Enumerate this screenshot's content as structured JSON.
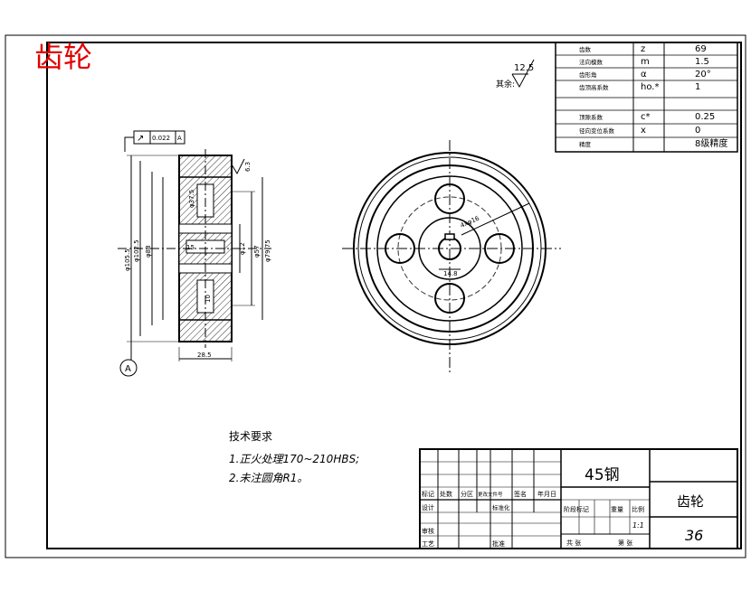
{
  "overlay_title": "齿轮",
  "colors": {
    "overlay": "#e00000",
    "line": "#000000",
    "dash": "#333333"
  },
  "param_table": {
    "rows": [
      {
        "label": "齿数",
        "symbol": "z",
        "value": "69"
      },
      {
        "label": "法向模数",
        "symbol": "m",
        "value": "1.5"
      },
      {
        "label": "齿形角",
        "symbol": "α",
        "value": "20°"
      },
      {
        "label": "齿顶高系数",
        "symbol": "ho.*",
        "value": "1"
      },
      {
        "label": "",
        "symbol": "",
        "value": ""
      },
      {
        "label": "顶隙系数",
        "symbol": "c*",
        "value": "0.25"
      },
      {
        "label": "径向变位系数",
        "symbol": "x",
        "value": "0"
      },
      {
        "label": "精度",
        "symbol": "",
        "value": "8级精度"
      }
    ]
  },
  "roughness": {
    "value": "12.5",
    "label": "其余:"
  },
  "side_view": {
    "tolerance_symbol": "↗",
    "tolerance_value": "0.022",
    "datum": "A",
    "datum_label": "A",
    "roughness_local": "6.3",
    "dims": {
      "d1": "φ105.5",
      "d2": "φ102.5",
      "d3": "φ88",
      "d4": "φ37.5",
      "d5": "φ12",
      "d6": "φ57",
      "d7": "φ79.75",
      "width": "28.5",
      "hub": "15",
      "web": "10"
    }
  },
  "front_view": {
    "pcd_label": "4xφ16",
    "keyway_label": "14.8"
  },
  "tech_requirements": {
    "heading": "技术要求",
    "items": [
      "1.正火处理170~210HBS;",
      "2.未注圆角R1。"
    ]
  },
  "title_block": {
    "material": "45钢",
    "part_name": "齿轮",
    "drawing_no": "36",
    "scale": "1:1",
    "header_cells": [
      "标记",
      "处数",
      "分区",
      "更改文件号",
      "签名",
      "年月日"
    ],
    "row_labels": [
      "设计",
      "标准化",
      "审核",
      "工艺",
      "批准"
    ],
    "stage_labels": [
      "阶段标记",
      "重量",
      "比例"
    ],
    "sheets_total": "共  张",
    "sheet_no": "第  张"
  }
}
